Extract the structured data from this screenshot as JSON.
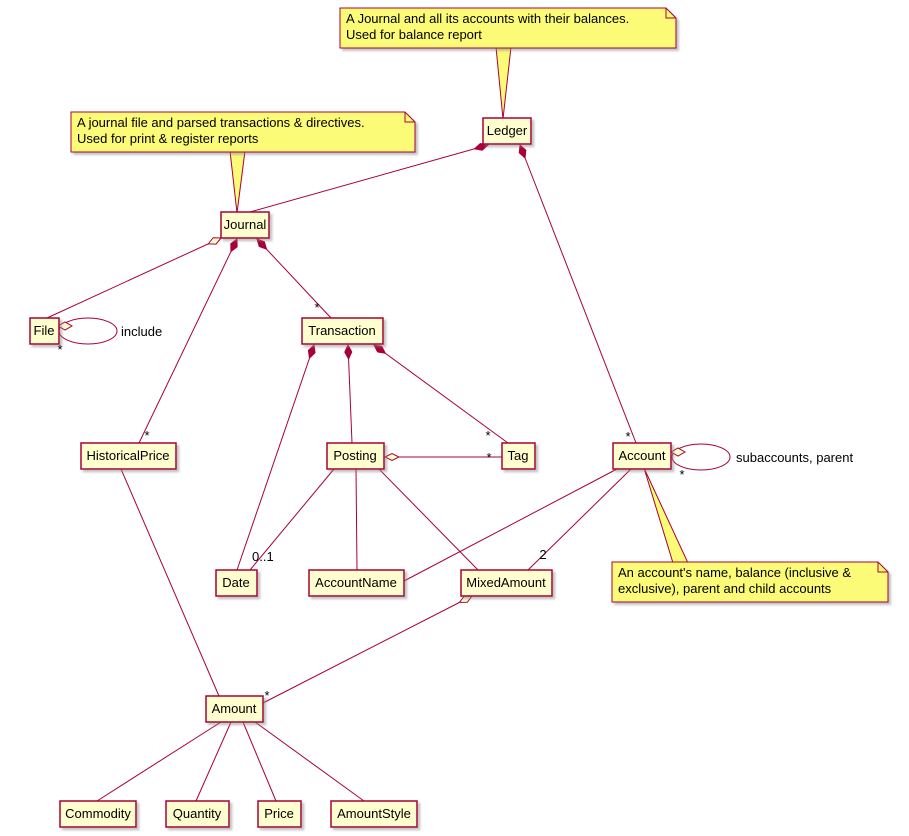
{
  "colors": {
    "node_fill": "#FEFECE",
    "node_border": "#A80036",
    "note_fill": "#FBFB77",
    "note_border": "#A80036",
    "edge": "#A80036",
    "text": "#000000",
    "background": "#FFFFFF"
  },
  "classes": {
    "ledger": "Ledger",
    "journal": "Journal",
    "file": "File",
    "transaction": "Transaction",
    "historical_price": "HistoricalPrice",
    "posting": "Posting",
    "tag": "Tag",
    "account": "Account",
    "date": "Date",
    "account_name": "AccountName",
    "mixed_amount": "MixedAmount",
    "amount": "Amount",
    "commodity": "Commodity",
    "quantity": "Quantity",
    "price": "Price",
    "amount_style": "AmountStyle"
  },
  "notes": {
    "ledger": {
      "line1": "A Journal and all its accounts with their balances.",
      "line2": "Used for balance report"
    },
    "journal": {
      "line1": "A journal file and parsed transactions & directives.",
      "line2": "Used for print & register reports"
    },
    "account": {
      "line1": "An account's name, balance (inclusive &",
      "line2": "exclusive), parent and child accounts"
    }
  },
  "edges": [
    {
      "from": "Ledger",
      "to": "Journal",
      "kind": "composition"
    },
    {
      "from": "Ledger",
      "to": "Account",
      "kind": "composition",
      "mult": "*"
    },
    {
      "from": "Journal",
      "to": "File",
      "kind": "aggregation"
    },
    {
      "from": "File",
      "to": "File",
      "kind": "aggregation",
      "label": "include",
      "mult": "*"
    },
    {
      "from": "Journal",
      "to": "Transaction",
      "kind": "composition",
      "mult": "*"
    },
    {
      "from": "Journal",
      "to": "HistoricalPrice",
      "kind": "composition",
      "mult": "*"
    },
    {
      "from": "Transaction",
      "to": "Posting",
      "kind": "composition"
    },
    {
      "from": "Transaction",
      "to": "Tag",
      "kind": "composition",
      "mult": "*"
    },
    {
      "from": "Transaction",
      "to": "Date",
      "kind": "composition",
      "mult": "0..1"
    },
    {
      "from": "Posting",
      "to": "Tag",
      "kind": "aggregation",
      "mult": "*"
    },
    {
      "from": "Posting",
      "to": "Date",
      "kind": "association"
    },
    {
      "from": "Posting",
      "to": "AccountName",
      "kind": "association"
    },
    {
      "from": "Posting",
      "to": "MixedAmount",
      "kind": "association"
    },
    {
      "from": "Account",
      "to": "AccountName",
      "kind": "association"
    },
    {
      "from": "Account",
      "to": "MixedAmount",
      "kind": "association",
      "mult": "2"
    },
    {
      "from": "Account",
      "to": "Account",
      "kind": "aggregation",
      "label": "subaccounts, parent",
      "mult": "*"
    },
    {
      "from": "MixedAmount",
      "to": "Amount",
      "kind": "aggregation",
      "mult": "*"
    },
    {
      "from": "HistoricalPrice",
      "to": "Amount",
      "kind": "association"
    },
    {
      "from": "Amount",
      "to": "Commodity",
      "kind": "association"
    },
    {
      "from": "Amount",
      "to": "Quantity",
      "kind": "association"
    },
    {
      "from": "Amount",
      "to": "Price",
      "kind": "association"
    },
    {
      "from": "Amount",
      "to": "AmountStyle",
      "kind": "association"
    }
  ]
}
